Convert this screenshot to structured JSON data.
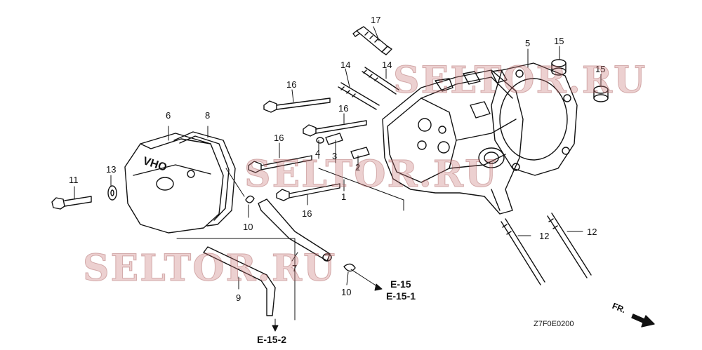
{
  "callouts": {
    "p17": "17",
    "p5": "5",
    "p15a": "15",
    "p15b": "15",
    "p14a": "14",
    "p14b": "14",
    "p16a": "16",
    "p16b": "16",
    "p16c": "16",
    "p16d": "16",
    "p6": "6",
    "p8": "8",
    "p4": "4",
    "p3": "3",
    "p2": "2",
    "p1": "1",
    "p13": "13",
    "p11": "11",
    "p10a": "10",
    "p10b": "10",
    "p12a": "12",
    "p12b": "12",
    "p7": "7",
    "p9": "9"
  },
  "refs": {
    "e15": "E-15",
    "e151": "E-15-1",
    "e152": "E-15-2"
  },
  "cover_marking": "OHV",
  "diagram_code": "Z7F0E0200",
  "front_marker": "FR.",
  "watermarks": {
    "w1": "SELTOR.RU",
    "w2": "SELTOR.RU",
    "w3": "SELTOR.RU"
  },
  "colors": {
    "line": "#111111",
    "watermark": "#c87878"
  }
}
